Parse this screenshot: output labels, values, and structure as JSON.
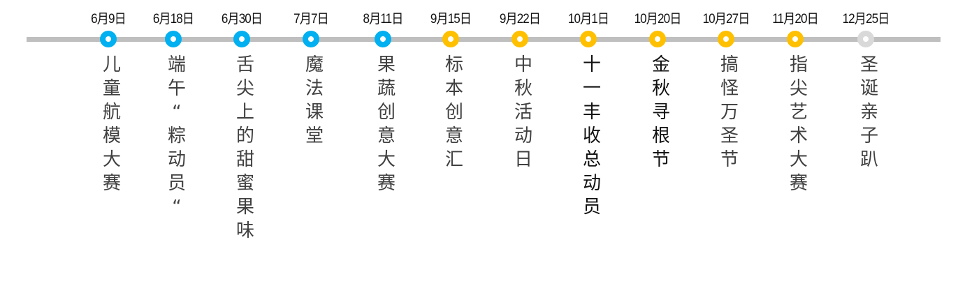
{
  "colors": {
    "past": "#00b0f0",
    "autumn": "#ffc000",
    "upcoming": "#d9d9d9",
    "line": "#bfbfbf"
  },
  "events": [
    {
      "date": "6月9日",
      "title": "儿童航模大赛",
      "status": "past"
    },
    {
      "date": "6月18日",
      "title": "端午“粽动员“",
      "status": "past"
    },
    {
      "date": "6月30日",
      "title": "舌尖上的甜蜜果味",
      "status": "past"
    },
    {
      "date": "7月7日",
      "title": "魔法课堂",
      "status": "past"
    },
    {
      "date": "8月11日",
      "title": "果蔬创意大赛",
      "status": "past"
    },
    {
      "date": "9月15日",
      "title": "标本创意汇",
      "status": "autumn"
    },
    {
      "date": "9月22日",
      "title": "中秋活动日",
      "status": "autumn"
    },
    {
      "date": "10月1日",
      "title": "十一丰收总动员",
      "status": "autumn"
    },
    {
      "date": "10月20日",
      "title": "金秋寻根节",
      "status": "autumn"
    },
    {
      "date": "10月27日",
      "title": "搞怪万圣节",
      "status": "autumn"
    },
    {
      "date": "11月20日",
      "title": "指尖艺术大赛",
      "status": "autumn"
    },
    {
      "date": "12月25日",
      "title": "圣诞亲子趴",
      "status": "upcoming"
    }
  ]
}
